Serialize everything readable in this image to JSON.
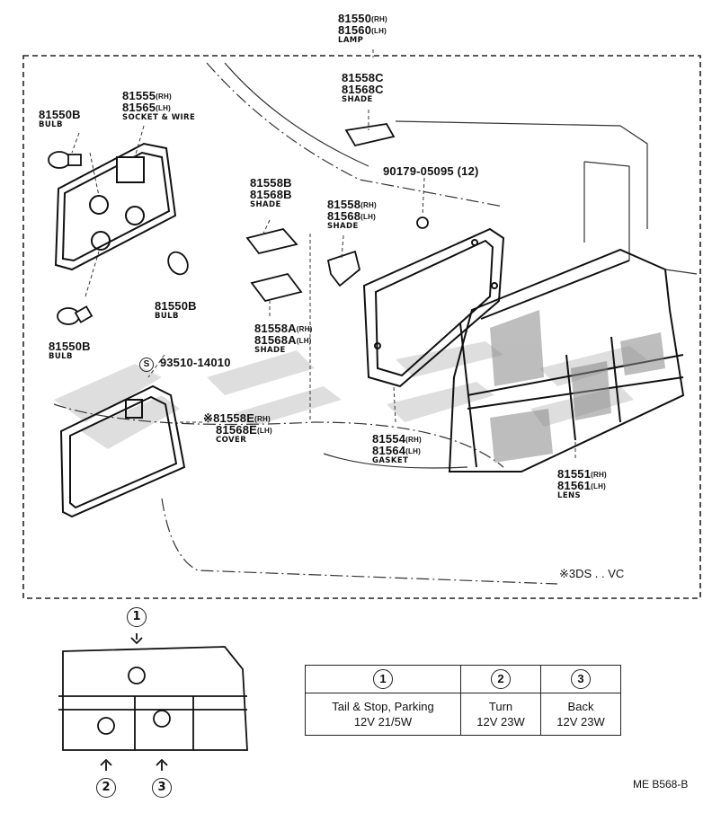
{
  "labels": {
    "lamp": {
      "pn1": "81550",
      "s1": "(RH)",
      "pn2": "81560",
      "s2": "(LH)",
      "name": "LAMP"
    },
    "shade_c": {
      "pn1": "81558C",
      "pn2": "81568C",
      "name": "SHADE"
    },
    "bolt": {
      "pn": "90179-05095 (12)"
    },
    "socket": {
      "pn1": "81555",
      "s1": "(RH)",
      "pn2": "81565",
      "s2": "(LH)",
      "name": "SOCKET & WIRE"
    },
    "bulb_tl": {
      "pn": "81550B",
      "name": "BULB"
    },
    "shade_b": {
      "pn1": "81558B",
      "pn2": "81568B",
      "name": "SHADE"
    },
    "shade_main": {
      "pn1": "81558",
      "s1": "(RH)",
      "pn2": "81568",
      "s2": "(LH)",
      "name": "SHADE"
    },
    "bulb_mid": {
      "pn": "81550B",
      "name": "BULB"
    },
    "bulb_bl": {
      "pn": "81550B",
      "name": "BULB"
    },
    "shade_a": {
      "pn1": "81558A",
      "s1": "(RH)",
      "pn2": "81568A",
      "s2": "(LH)",
      "name": "SHADE"
    },
    "screw": {
      "mark": "S",
      "pn": "93510-14010"
    },
    "cover": {
      "pn1": "※81558E",
      "s1": "(RH)",
      "pn2": "81568E",
      "s2": "(LH)",
      "name": "COVER"
    },
    "gasket": {
      "pn1": "81554",
      "s1": "(RH)",
      "pn2": "81564",
      "s2": "(LH)",
      "name": "GASKET"
    },
    "lens": {
      "pn1": "81551",
      "s1": "(RH)",
      "pn2": "81561",
      "s2": "(LH)",
      "name": "LENS"
    }
  },
  "note": "※3DS . . VC",
  "bulb_table": {
    "headers": [
      "1",
      "2",
      "3"
    ],
    "rows": [
      {
        "l1": "Tail & Stop, Parking",
        "l2": "12V 21/5W"
      },
      {
        "l1": "Turn",
        "l2": "12V 23W"
      },
      {
        "l1": "Back",
        "l2": "12V 23W"
      }
    ]
  },
  "position_marks": {
    "top": "1",
    "bottom_left": "2",
    "bottom_right": "3"
  },
  "diagram_code": "ME B568-B"
}
